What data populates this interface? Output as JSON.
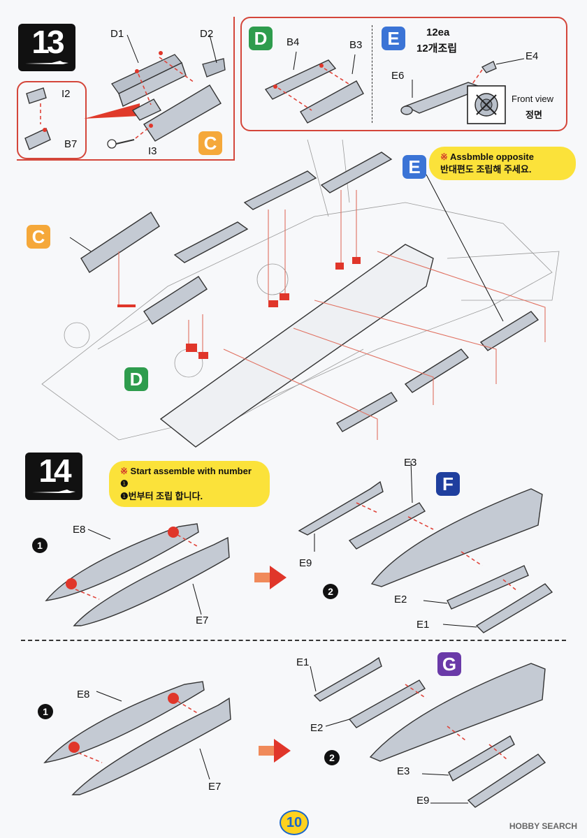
{
  "page_number": "10",
  "watermark": "HOBBY SEARCH",
  "colors": {
    "C": "#f5a83a",
    "D": "#2e9c4d",
    "E": "#3b74d6",
    "F": "#1f3f9e",
    "G": "#6a3aa8",
    "note_bg": "#fbe23a",
    "glue": "#e0362a",
    "frame": "#d4463a"
  },
  "step13": {
    "badge": "13",
    "inset_parts": {
      "i2": "I2",
      "b7": "B7",
      "i3": "I3",
      "d1": "D1",
      "d2": "D2"
    },
    "tag_c": "C",
    "panel_d": {
      "tag": "D",
      "b4": "B4",
      "b3": "B3"
    },
    "panel_e": {
      "tag": "E",
      "qty": "12ea",
      "qty_ko": "12개조립",
      "e4": "E4",
      "e6": "E6",
      "front_view": "Front view",
      "front_view_ko": "정면"
    },
    "main": {
      "tag_e": "E",
      "tag_c": "C",
      "tag_d": "D",
      "note_line1": "Assbmble opposite",
      "note_line2": "반대편도 조립해 주세요.",
      "note_marker": "※"
    }
  },
  "step14": {
    "badge": "14",
    "note_marker": "※",
    "note_line1": "Start assemble with number ❶",
    "note_line2": "❶번부터 조립 합니다.",
    "row1": {
      "step1": "1",
      "e8": "E8",
      "e7": "E7",
      "step2": "2",
      "tag": "F",
      "e3": "E3",
      "e9": "E9",
      "e2": "E2",
      "e1": "E1"
    },
    "row2": {
      "step1": "1",
      "e8": "E8",
      "e7": "E7",
      "step2": "2",
      "tag": "G",
      "e1": "E1",
      "e2": "E2",
      "e3": "E3",
      "e9": "E9"
    }
  }
}
